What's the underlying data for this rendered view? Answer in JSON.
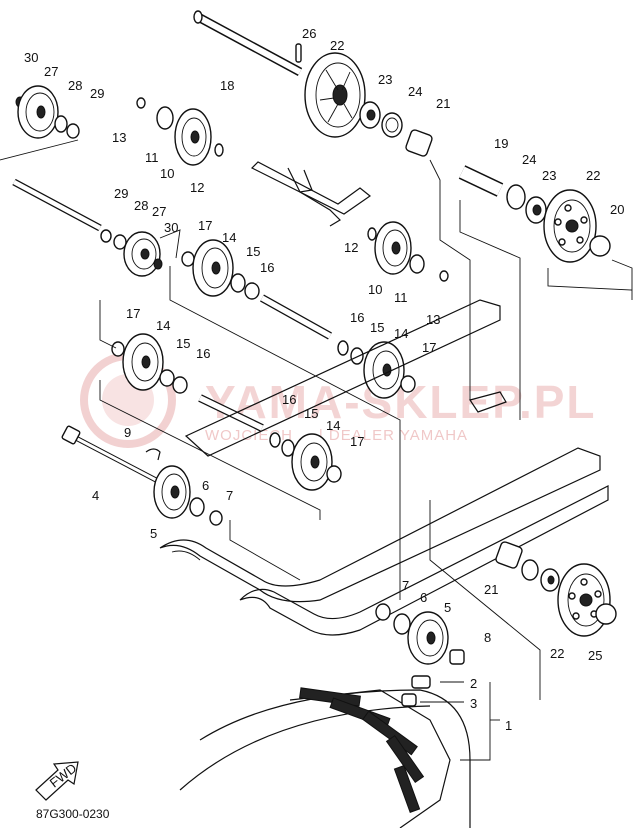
{
  "diagram": {
    "part_labels": [
      "1",
      "2",
      "3",
      "4",
      "5",
      "5",
      "6",
      "6",
      "7",
      "7",
      "8",
      "9",
      "10",
      "10",
      "11",
      "11",
      "12",
      "12",
      "13",
      "13",
      "14",
      "14",
      "14",
      "14",
      "15",
      "15",
      "15",
      "15",
      "16",
      "16",
      "16",
      "16",
      "17",
      "17",
      "17",
      "17",
      "18",
      "19",
      "20",
      "21",
      "21",
      "22",
      "22",
      "22",
      "23",
      "23",
      "24",
      "24",
      "25",
      "26",
      "27",
      "27",
      "28",
      "28",
      "29",
      "29",
      "30",
      "30"
    ],
    "drawing_code": "87G300-0230",
    "fwd_label": "FWD",
    "watermark": {
      "logo_text": "YAMA-SKLEP.PL",
      "subtitle": "WOJCIECH ... | DEALER YAMAHA"
    }
  }
}
